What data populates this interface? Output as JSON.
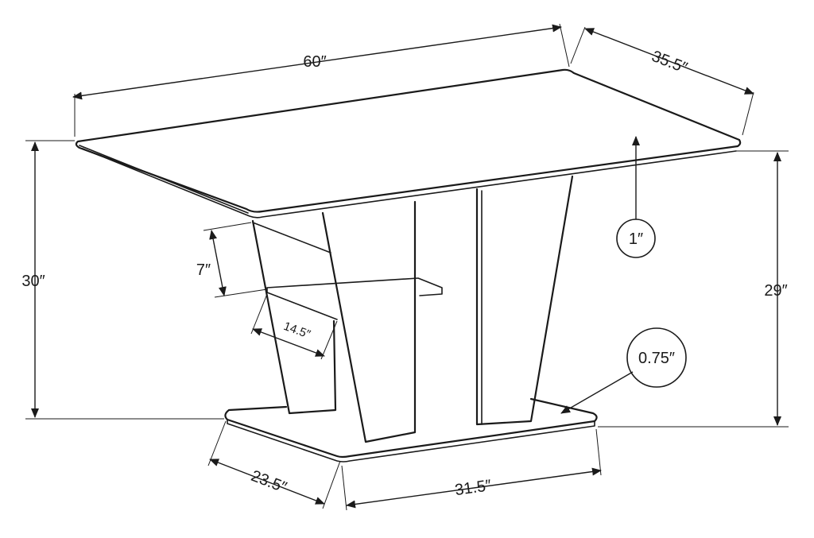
{
  "dimensions": {
    "top_length": "60″",
    "top_depth": "35.5″",
    "overall_height": "30″",
    "pedestal_height": "29″",
    "top_thickness": "1″",
    "base_thickness": "0.75″",
    "shelf_spacing": "7″",
    "shelf_depth": "14.5″",
    "base_depth": "23.5″",
    "base_length": "31.5″"
  }
}
